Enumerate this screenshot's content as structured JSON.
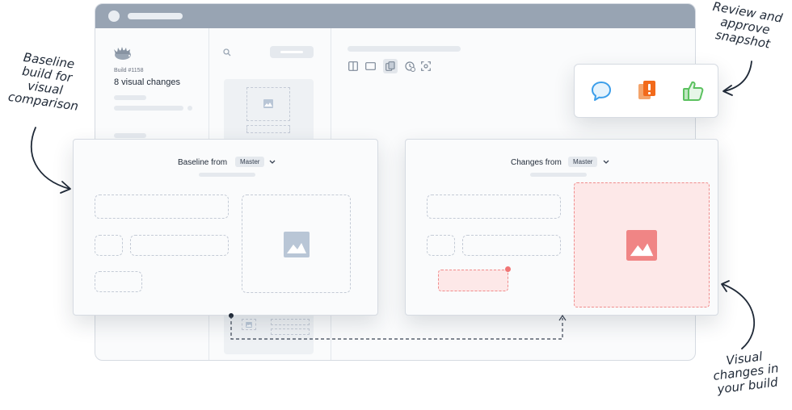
{
  "sidebar": {
    "build_number": "Build #1158",
    "build_title": "8 visual changes"
  },
  "baseline_panel": {
    "label": "Baseline from",
    "branch": "Master"
  },
  "changes_panel": {
    "label": "Changes from",
    "branch": "Master"
  },
  "annotations": {
    "left": [
      "Baseline",
      "build for",
      "visual",
      "comparison"
    ],
    "top_right": [
      "Review and",
      "approve",
      "snapshot"
    ],
    "bottom_right": [
      "Visual",
      "changes in",
      "your build"
    ]
  },
  "icons": {
    "toolbar": [
      "split-view-icon",
      "single-view-icon",
      "diff-view-icon",
      "history-icon",
      "focus-icon"
    ],
    "review": [
      "comment-icon",
      "flag-icon",
      "thumbs-up-icon"
    ]
  },
  "colors": {
    "comment": "#3b9eea",
    "flag": "#f26a1b",
    "approve": "#5cc160",
    "change_fill": "#fde8e8",
    "change_image": "#f08585",
    "baseline_image": "#b9c6d6"
  }
}
